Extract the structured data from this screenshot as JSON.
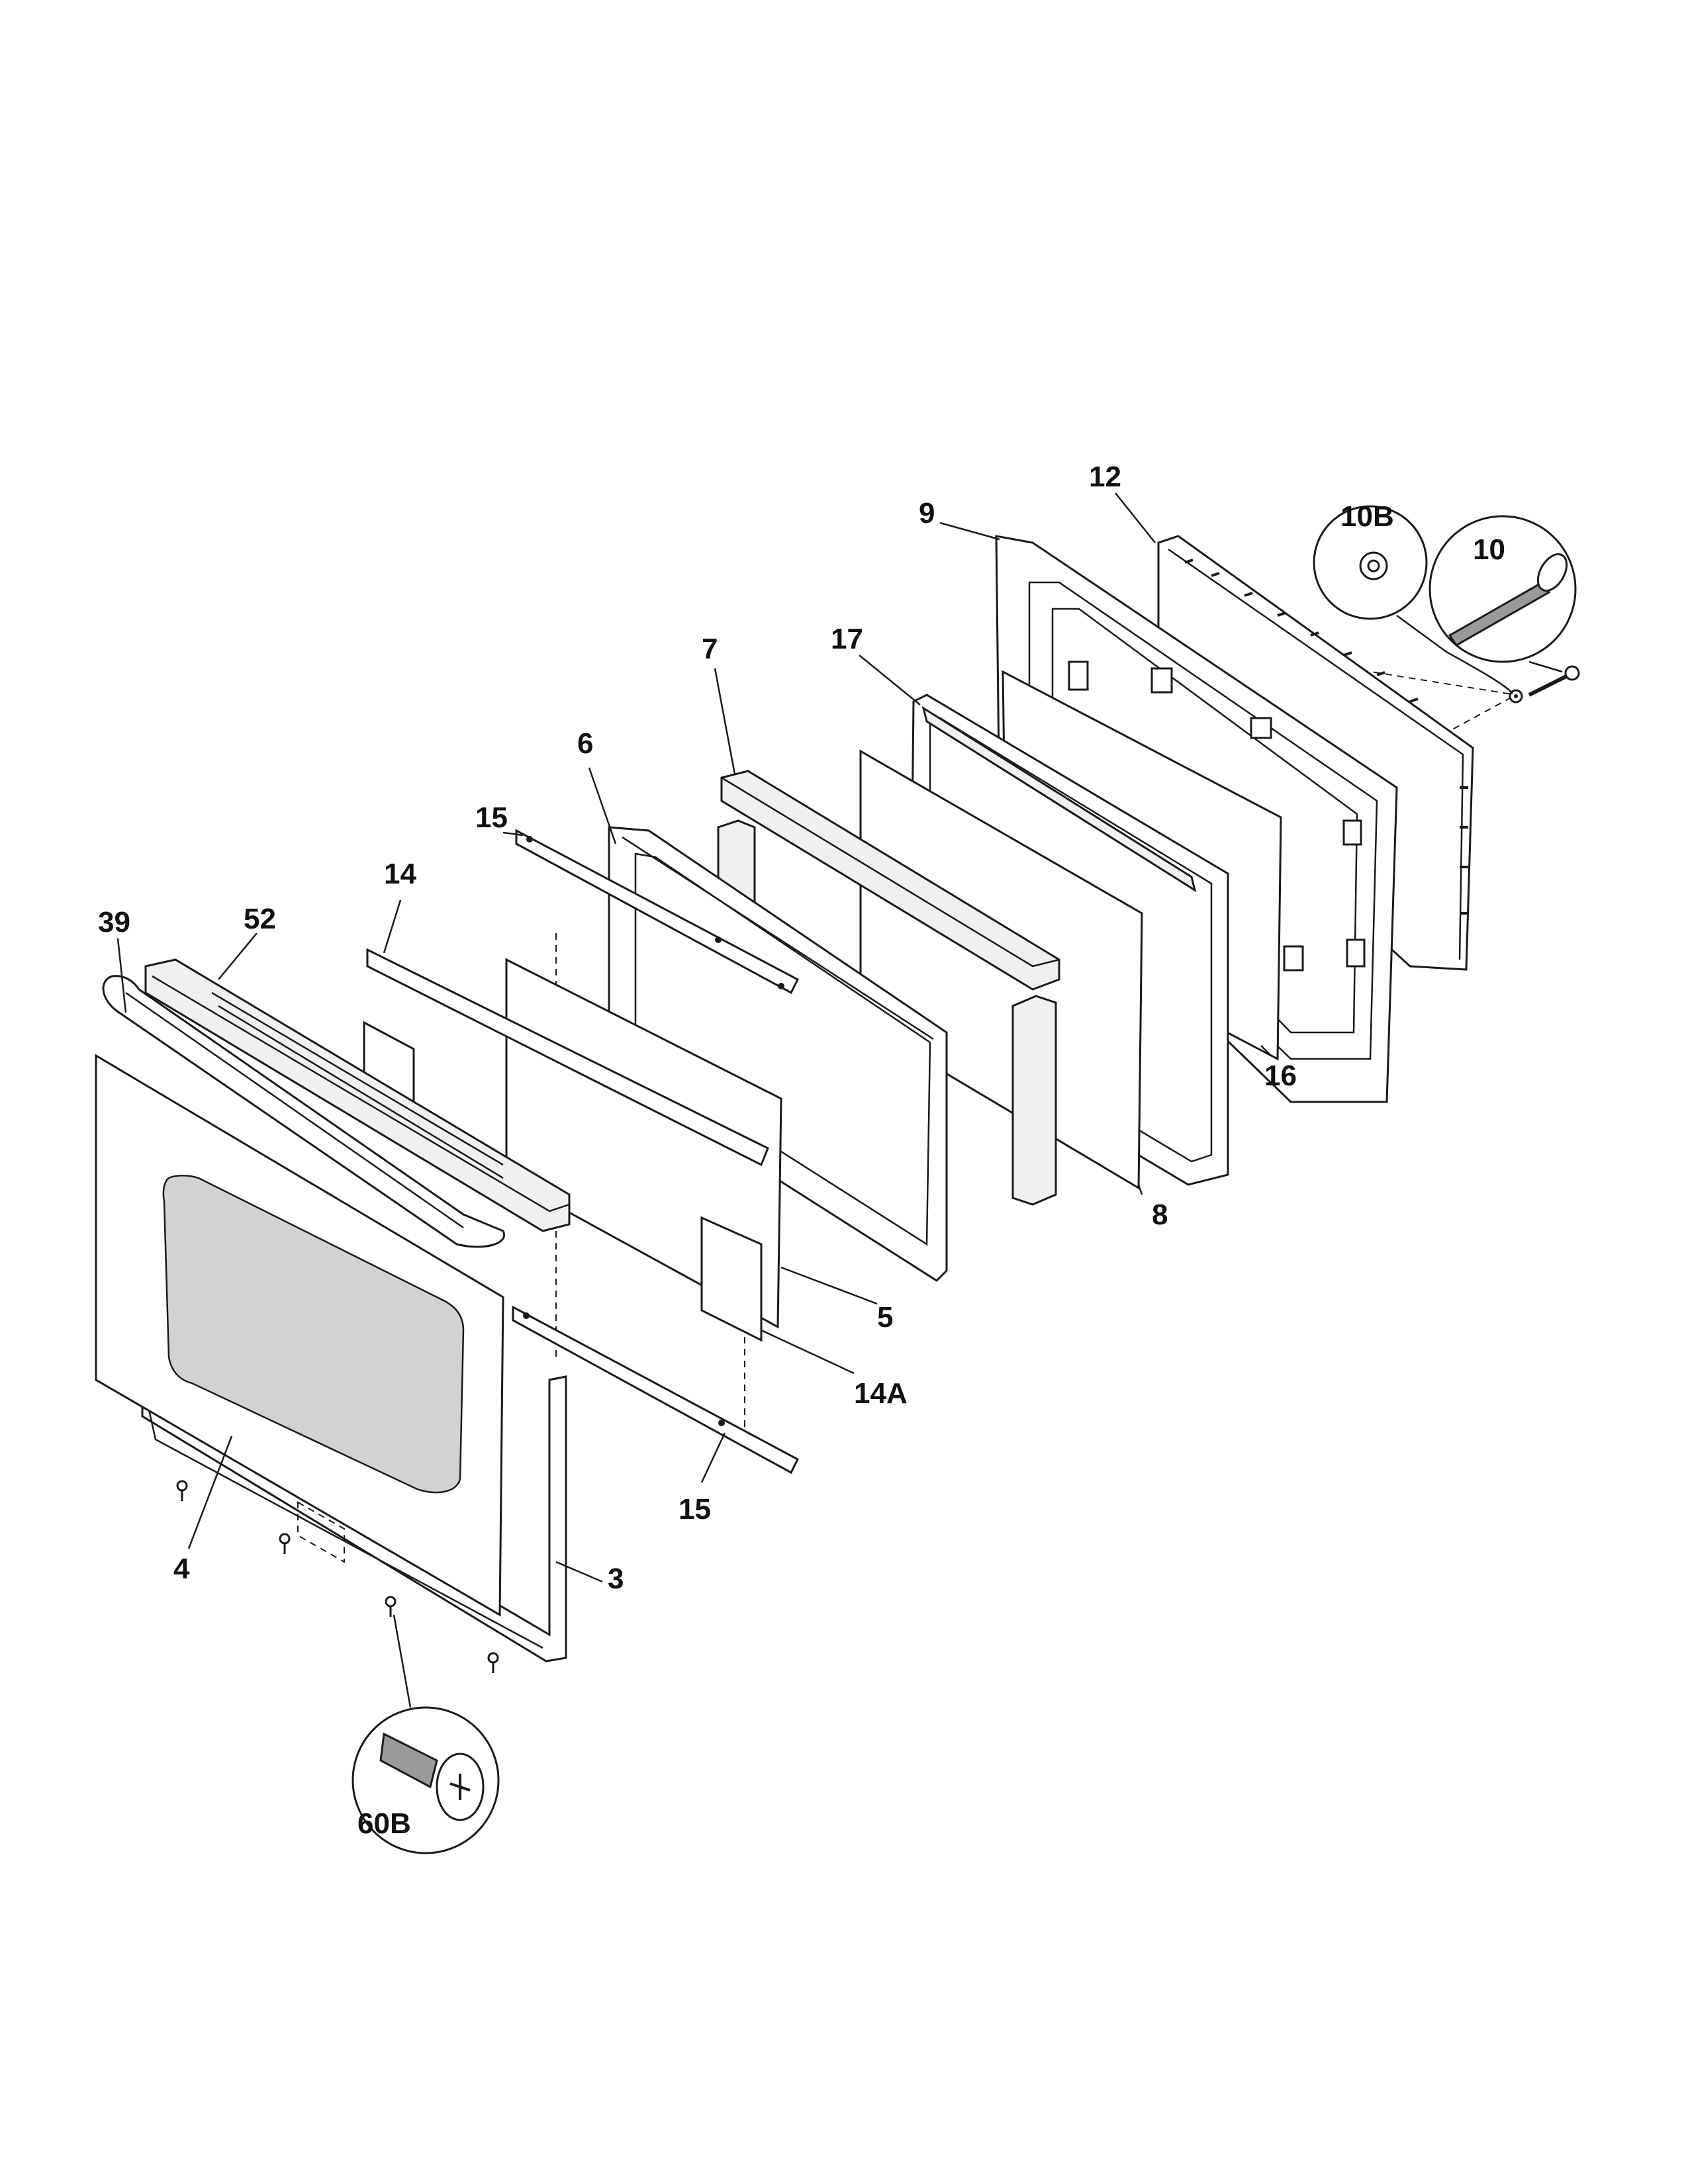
{
  "diagram": {
    "part_labels": {
      "p39": "39",
      "p52": "52",
      "p14": "14",
      "p15_top": "15",
      "p6": "6",
      "p7": "7",
      "p17": "17",
      "p9": "9",
      "p12": "12",
      "p10b": "10B",
      "p10": "10",
      "p16": "16",
      "p8": "8",
      "p5": "5",
      "p14a": "14A",
      "p15_bottom": "15",
      "p4": "4",
      "p3": "3",
      "p60b": "60B"
    }
  }
}
